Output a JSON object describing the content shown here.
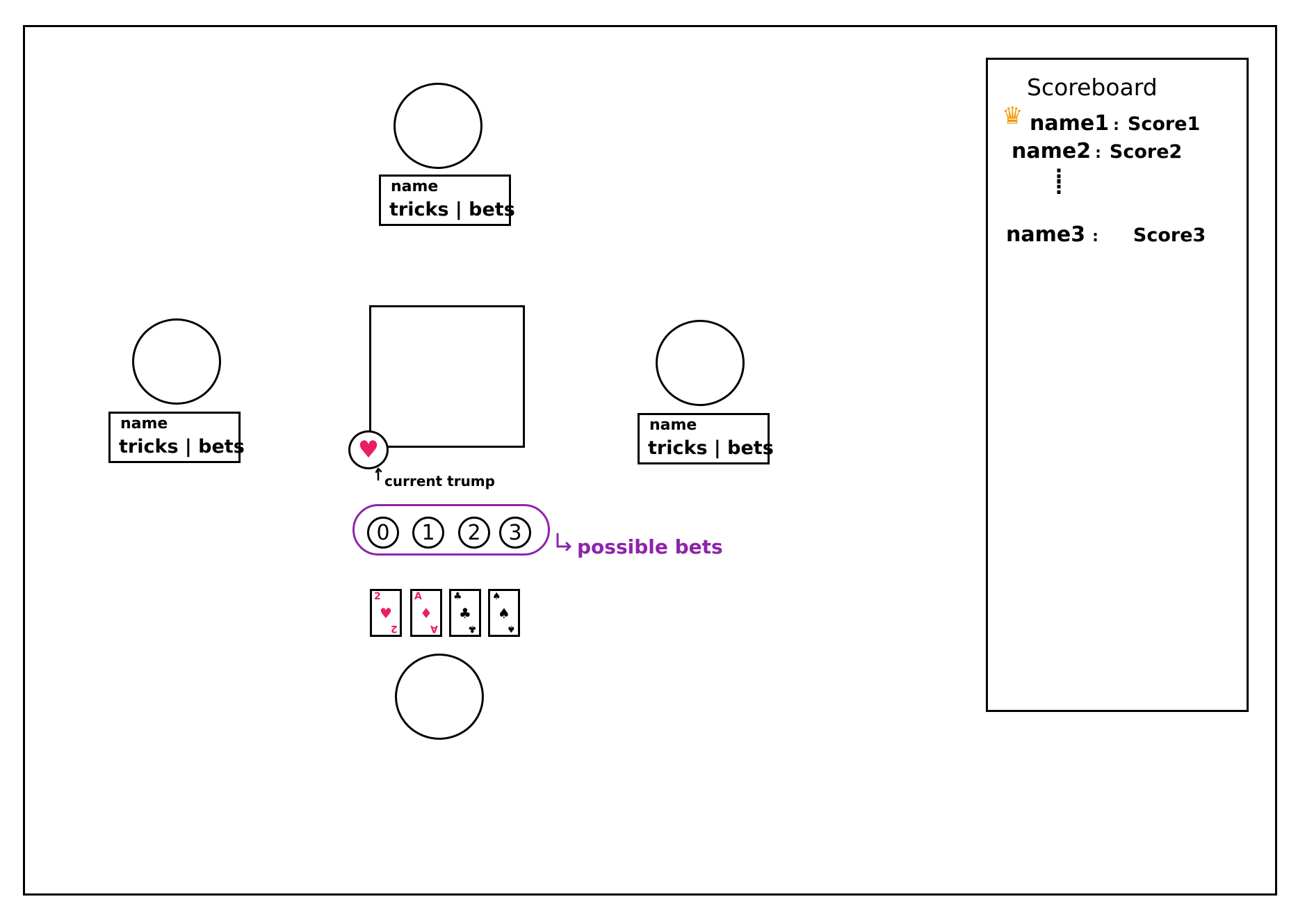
{
  "colors": {
    "heart": "#e91e63",
    "bets_accent": "#8e24aa",
    "crown": "#f29a0f"
  },
  "players": [
    {
      "seat": "top",
      "name": "name",
      "stats": "tricks | bets"
    },
    {
      "seat": "left",
      "name": "name",
      "stats": "tricks | bets"
    },
    {
      "seat": "right",
      "name": "name",
      "stats": "tricks | bets"
    },
    {
      "seat": "bottom"
    }
  ],
  "trump": {
    "suit_icon": "heart-icon",
    "symbol": "♥",
    "caption": "current trump"
  },
  "bets": {
    "options": [
      "0",
      "1",
      "2",
      "3"
    ],
    "caption": "possible bets"
  },
  "hand": [
    {
      "rank": "2",
      "suit": "heart",
      "symbol": "♥"
    },
    {
      "rank": "A",
      "suit": "diamond",
      "symbol": "♦"
    },
    {
      "rank": "",
      "suit": "club",
      "symbol": "♣"
    },
    {
      "rank": "",
      "suit": "spade",
      "symbol": "♠"
    }
  ],
  "scoreboard": {
    "title": "Scoreboard",
    "leader_icon": "crown-icon",
    "rows": [
      {
        "name": "name1",
        "sep": ":",
        "score": "Score1"
      },
      {
        "name": "name2",
        "sep": ":",
        "score": "Score2"
      },
      {
        "name": "name3",
        "sep": ":",
        "score": "Score3"
      }
    ],
    "ellipsis": "⋮"
  }
}
